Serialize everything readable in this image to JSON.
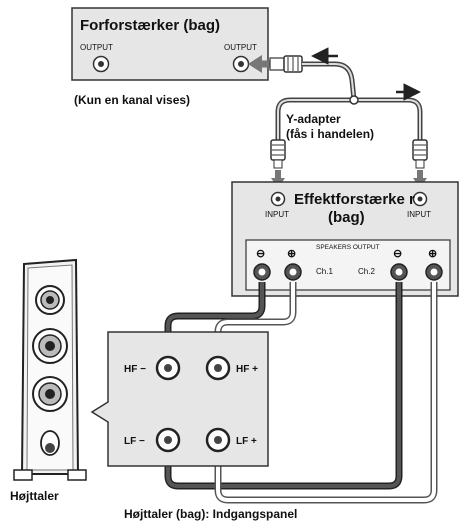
{
  "preamp": {
    "title": "Forforstærker (bag)",
    "output_left": "OUTPUT",
    "output_right": "OUTPUT",
    "note": "(Kun en kanal vises)"
  },
  "y_adapter": {
    "line1": "Y-adapter",
    "line2": "(fås i handelen)"
  },
  "amplifier": {
    "title_line1": "Effektforstærke r",
    "title_line2": "(bag)",
    "input_left": "INPUT",
    "input_right": "INPUT",
    "speakers_output": "SPEAKERS OUTPUT",
    "ch1": "Ch.1",
    "ch2": "Ch.2",
    "minus": "⊖",
    "plus": "⊕"
  },
  "speaker": {
    "label": "Højttaler",
    "panel_caption": "Højttaler (bag): Indgangspanel",
    "terminals": {
      "hf_minus": "HF −",
      "hf_plus": "HF +",
      "lf_minus": "LF −",
      "lf_plus": "LF +"
    }
  },
  "colors": {
    "panel_fill": "#e6e6e6",
    "panel_stroke": "#333333",
    "dark_cable": "#4a4a4a",
    "light_cable": "#ffffff",
    "cable_outline": "#555555"
  }
}
